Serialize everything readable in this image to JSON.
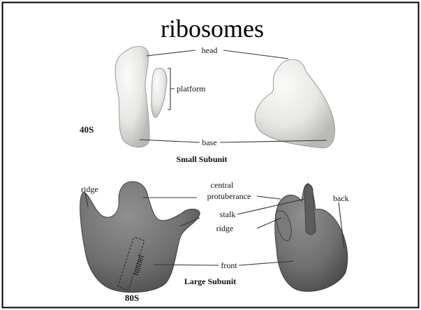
{
  "title": "ribosomes",
  "small_subunit": {
    "caption": "Small Subunit",
    "sedimentation": "40S",
    "labels": {
      "head": "head",
      "platform": "platform",
      "base": "base"
    }
  },
  "large_subunit": {
    "caption": "Large Subunit",
    "sedimentation": "80S",
    "labels": {
      "ridge_left": "ridge",
      "central_protuberance_1": "central",
      "central_protuberance_2": "protuberance",
      "stalk": "stalk",
      "ridge_right": "ridge",
      "back": "back",
      "front": "front",
      "tunnel": "tunnel"
    }
  },
  "colors": {
    "border": "#000000",
    "small_subunit_fill": "#e6e6e3",
    "large_subunit_fill": "#6f6f6f"
  }
}
